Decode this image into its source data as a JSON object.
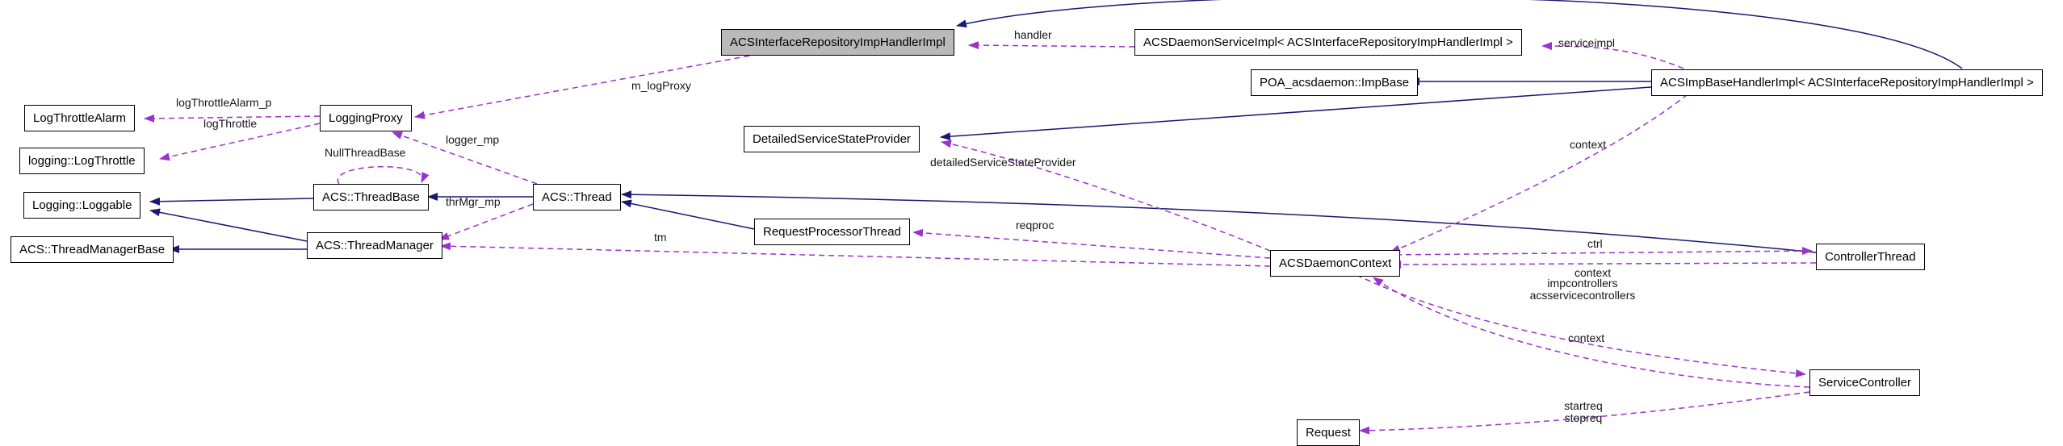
{
  "diagram": {
    "type": "doxygen-collaboration-graph",
    "nodes": {
      "focal": "ACSInterfaceRepositoryImpHandlerImpl",
      "daemon_service_impl": "ACSDaemonServiceImpl< ACSInterfaceRepositoryImpHandlerImpl >",
      "poa_impbase": "POA_acsdaemon::ImpBase",
      "acs_imp_base_handler_impl": "ACSImpBaseHandlerImpl< ACSInterfaceRepositoryImpHandlerImpl >",
      "log_throttle_alarm": "LogThrottleAlarm",
      "logging_proxy": "LoggingProxy",
      "logging_log_throttle": "logging::LogThrottle",
      "detailed_service_state_provider": "DetailedServiceStateProvider",
      "loggable": "Logging::Loggable",
      "thread_base": "ACS::ThreadBase",
      "thread": "ACS::Thread",
      "thread_manager_base": "ACS::ThreadManagerBase",
      "thread_manager": "ACS::ThreadManager",
      "request_processor_thread": "RequestProcessorThread",
      "daemon_context": "ACSDaemonContext",
      "controller_thread": "ControllerThread",
      "service_controller": "ServiceController",
      "request": "Request"
    },
    "edge_labels": {
      "handler": "handler",
      "serviceimpl": "serviceimpl",
      "m_logproxy": "m_logProxy",
      "log_throttle_alarm_p": "logThrottleAlarm_p",
      "log_throttle": "logThrottle",
      "logger_mp": "logger_mp",
      "null_thread_base": "NullThreadBase",
      "thr_mgr_mp": "thrMgr_mp",
      "tm": "tm",
      "reqproc": "reqproc",
      "detailed_service_state_provider": "detailedServiceStateProvider",
      "context_impbase": "context",
      "ctrl": "ctrl",
      "context_controller": "context",
      "impcontrollers": "impcontrollers",
      "acsservicecontrollers": "acsservicecontrollers",
      "context_service": "context",
      "startreq": "startreq",
      "stopreq": "stopreq"
    },
    "colors": {
      "inheritance_edge": "#191970",
      "usage_edge": "#9a32cd",
      "focal_node_bg": "#b9b9b9",
      "node_border": "#000000",
      "node_bg": "#ffffff"
    }
  }
}
